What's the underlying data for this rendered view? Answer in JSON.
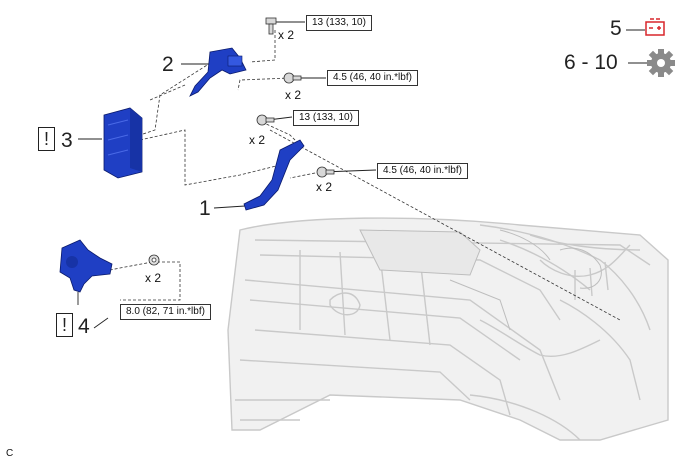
{
  "torque_specs": {
    "bolt_top": "13 (133, 10)",
    "bolt_upper_right": "4.5 (46, 40 in.*lbf)",
    "bolt_middle": "13 (133, 10)",
    "bolt_lower_right": "4.5 (46, 40 in.*lbf)",
    "nut_bottom": "8.0 (82, 71 in.*lbf)"
  },
  "quantities": {
    "q1": "x 2",
    "q2": "x 2",
    "q3": "x 2",
    "q4": "x 2",
    "q5": "x 2"
  },
  "parts": {
    "p1": "1",
    "p2": "2",
    "p3": "3",
    "p4": "4"
  },
  "warnings": {
    "w3": "!",
    "w4": "!"
  },
  "steps": {
    "battery_step": "5",
    "other_steps": "6 - 10"
  },
  "footer_code": "C",
  "colors": {
    "part_blue": "#1f3fc4",
    "battery_red": "#d9262b",
    "gear_gray": "#8a8a8a"
  }
}
